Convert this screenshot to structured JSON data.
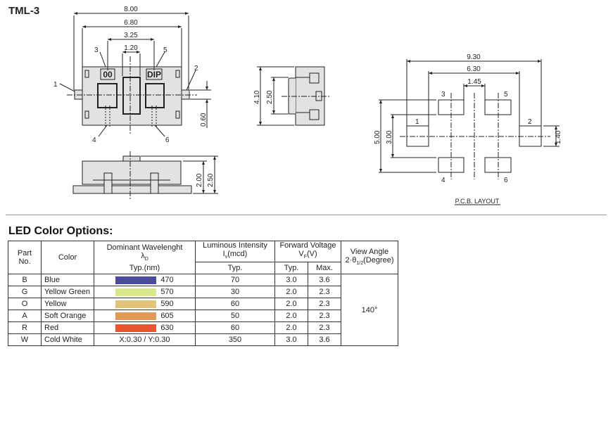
{
  "model_title": "TML-3",
  "top_view": {
    "dims": {
      "overall": "8.00",
      "body": "6.80",
      "pin_pitch": "3.25",
      "actuator": "1.20",
      "lead": "0.60"
    },
    "pins": [
      "1",
      "2",
      "3",
      "4",
      "5",
      "6"
    ],
    "markings": {
      "left": "00",
      "right": "DIP"
    }
  },
  "front_view": {
    "dims": {
      "body_height": "2.00",
      "total_height": "2.50"
    }
  },
  "side_view": {
    "dims": {
      "width": "4.10",
      "inner": "2.50"
    }
  },
  "pcb_layout": {
    "title": "P.C.B. LAYOUT",
    "dims": {
      "outer": "9.30",
      "inner": "6.30",
      "gap": "1.45",
      "height_outer": "5.00",
      "height_inner": "3.00",
      "pad": "1.40"
    },
    "pins": [
      "1",
      "2",
      "3",
      "4",
      "5",
      "6"
    ]
  },
  "led_options": {
    "heading": "LED Color Options:",
    "headers": {
      "part_no": "Part No.",
      "color": "Color",
      "wavelength": "Dominant Wavelenght",
      "wavelength_symbol": "λ",
      "wavelength_sub": "D",
      "wavelength_unit": "Typ.(nm)",
      "intensity": "Luminous Intensity",
      "intensity_symbol": "I",
      "intensity_sub": "v",
      "intensity_unit": "(mcd)",
      "voltage": "Forward Voltage",
      "voltage_symbol": "V",
      "voltage_sub": "F",
      "voltage_unit": "(V)",
      "view_angle": "View Angle",
      "view_angle_symbol": "2·θ",
      "view_angle_sub": "1/2",
      "view_angle_unit": "(Degree)",
      "typ": "Typ.",
      "max": "Max."
    },
    "view_angle_value": "140°",
    "rows": [
      {
        "part": "B",
        "color": "Blue",
        "swatch": "#4a4a9e",
        "wavelength": "470",
        "intensity": "70",
        "vf_typ": "3.0",
        "vf_max": "3.6"
      },
      {
        "part": "G",
        "color": "Yellow Green",
        "swatch": "#d8e88a",
        "wavelength": "570",
        "intensity": "30",
        "vf_typ": "2.0",
        "vf_max": "2.3"
      },
      {
        "part": "O",
        "color": "Yellow",
        "swatch": "#e3c27a",
        "wavelength": "590",
        "intensity": "60",
        "vf_typ": "2.0",
        "vf_max": "2.3"
      },
      {
        "part": "A",
        "color": "Soft Orange",
        "swatch": "#e09a55",
        "wavelength": "605",
        "intensity": "50",
        "vf_typ": "2.0",
        "vf_max": "2.3"
      },
      {
        "part": "R",
        "color": "Red",
        "swatch": "#e8552e",
        "wavelength": "630",
        "intensity": "60",
        "vf_typ": "2.0",
        "vf_max": "2.3"
      },
      {
        "part": "W",
        "color": "Cold White",
        "swatch": "",
        "wavelength": "X:0.30 / Y:0.30",
        "intensity": "350",
        "vf_typ": "3.0",
        "vf_max": "3.6"
      }
    ]
  }
}
